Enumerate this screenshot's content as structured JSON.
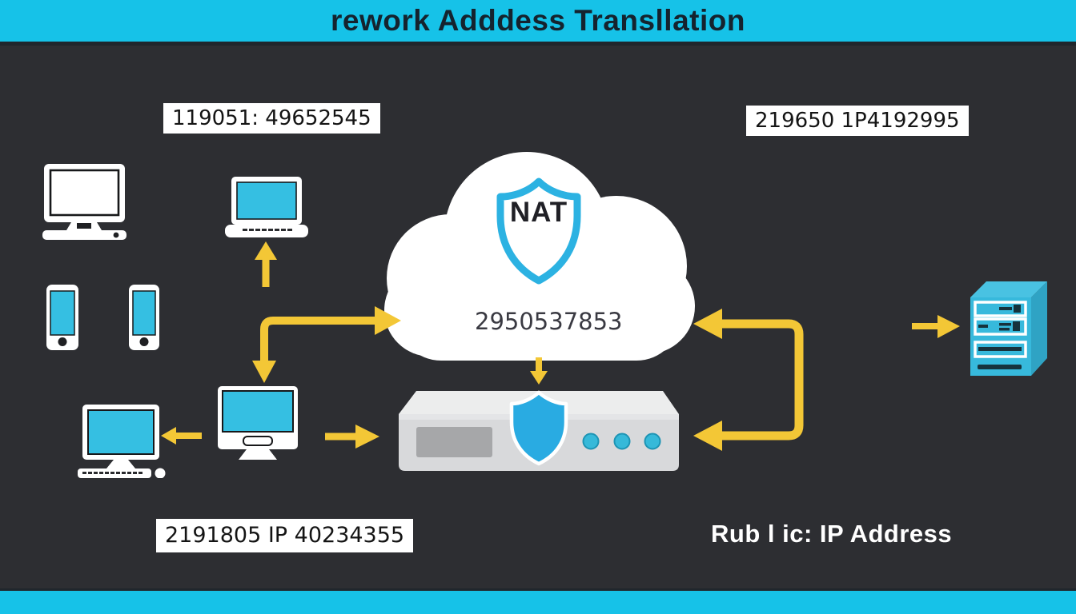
{
  "header": {
    "title": "rework Adddess Transllation"
  },
  "footer": {
    "present": "true"
  },
  "diagram": {
    "labels": {
      "top_left": "119051: 49652545",
      "top_right": "219650 1P4192995",
      "bottom_left": "2191805 IP 40234355",
      "bottom_right": "Rub l ic: IP Address"
    },
    "cloud": {
      "shield_text": "NAT",
      "ip_text": "2950537853"
    },
    "icons": [
      "desktop-computer-white",
      "laptop-cyan",
      "smartphone-1",
      "smartphone-2",
      "workstation-computer",
      "desktop-monitor-cyan",
      "nat-cloud",
      "nat-shield-outline",
      "router-with-shield",
      "server-tower"
    ],
    "arrows": [
      "laptop-up-arrow",
      "lan-to-cloud-elbow-arrow",
      "to-workstation-left-arrow",
      "monitor-to-router-right-arrow",
      "cloud-to-router-down-arrow",
      "cloud-router-return-bracket-arrow",
      "to-server-right-arrow"
    ]
  },
  "colors": {
    "header_bg": "#16c2e8",
    "canvas_bg": "#2d2e32",
    "accent_cyan": "#2eb8e0",
    "arrow_yellow": "#f3c736",
    "label_box_bg": "#ffffff",
    "label_text": "#141414",
    "cloud_white": "#ffffff",
    "router_gray": "#d8d9db",
    "shield_fill": "#29abe2",
    "title_text": "#15232e"
  }
}
